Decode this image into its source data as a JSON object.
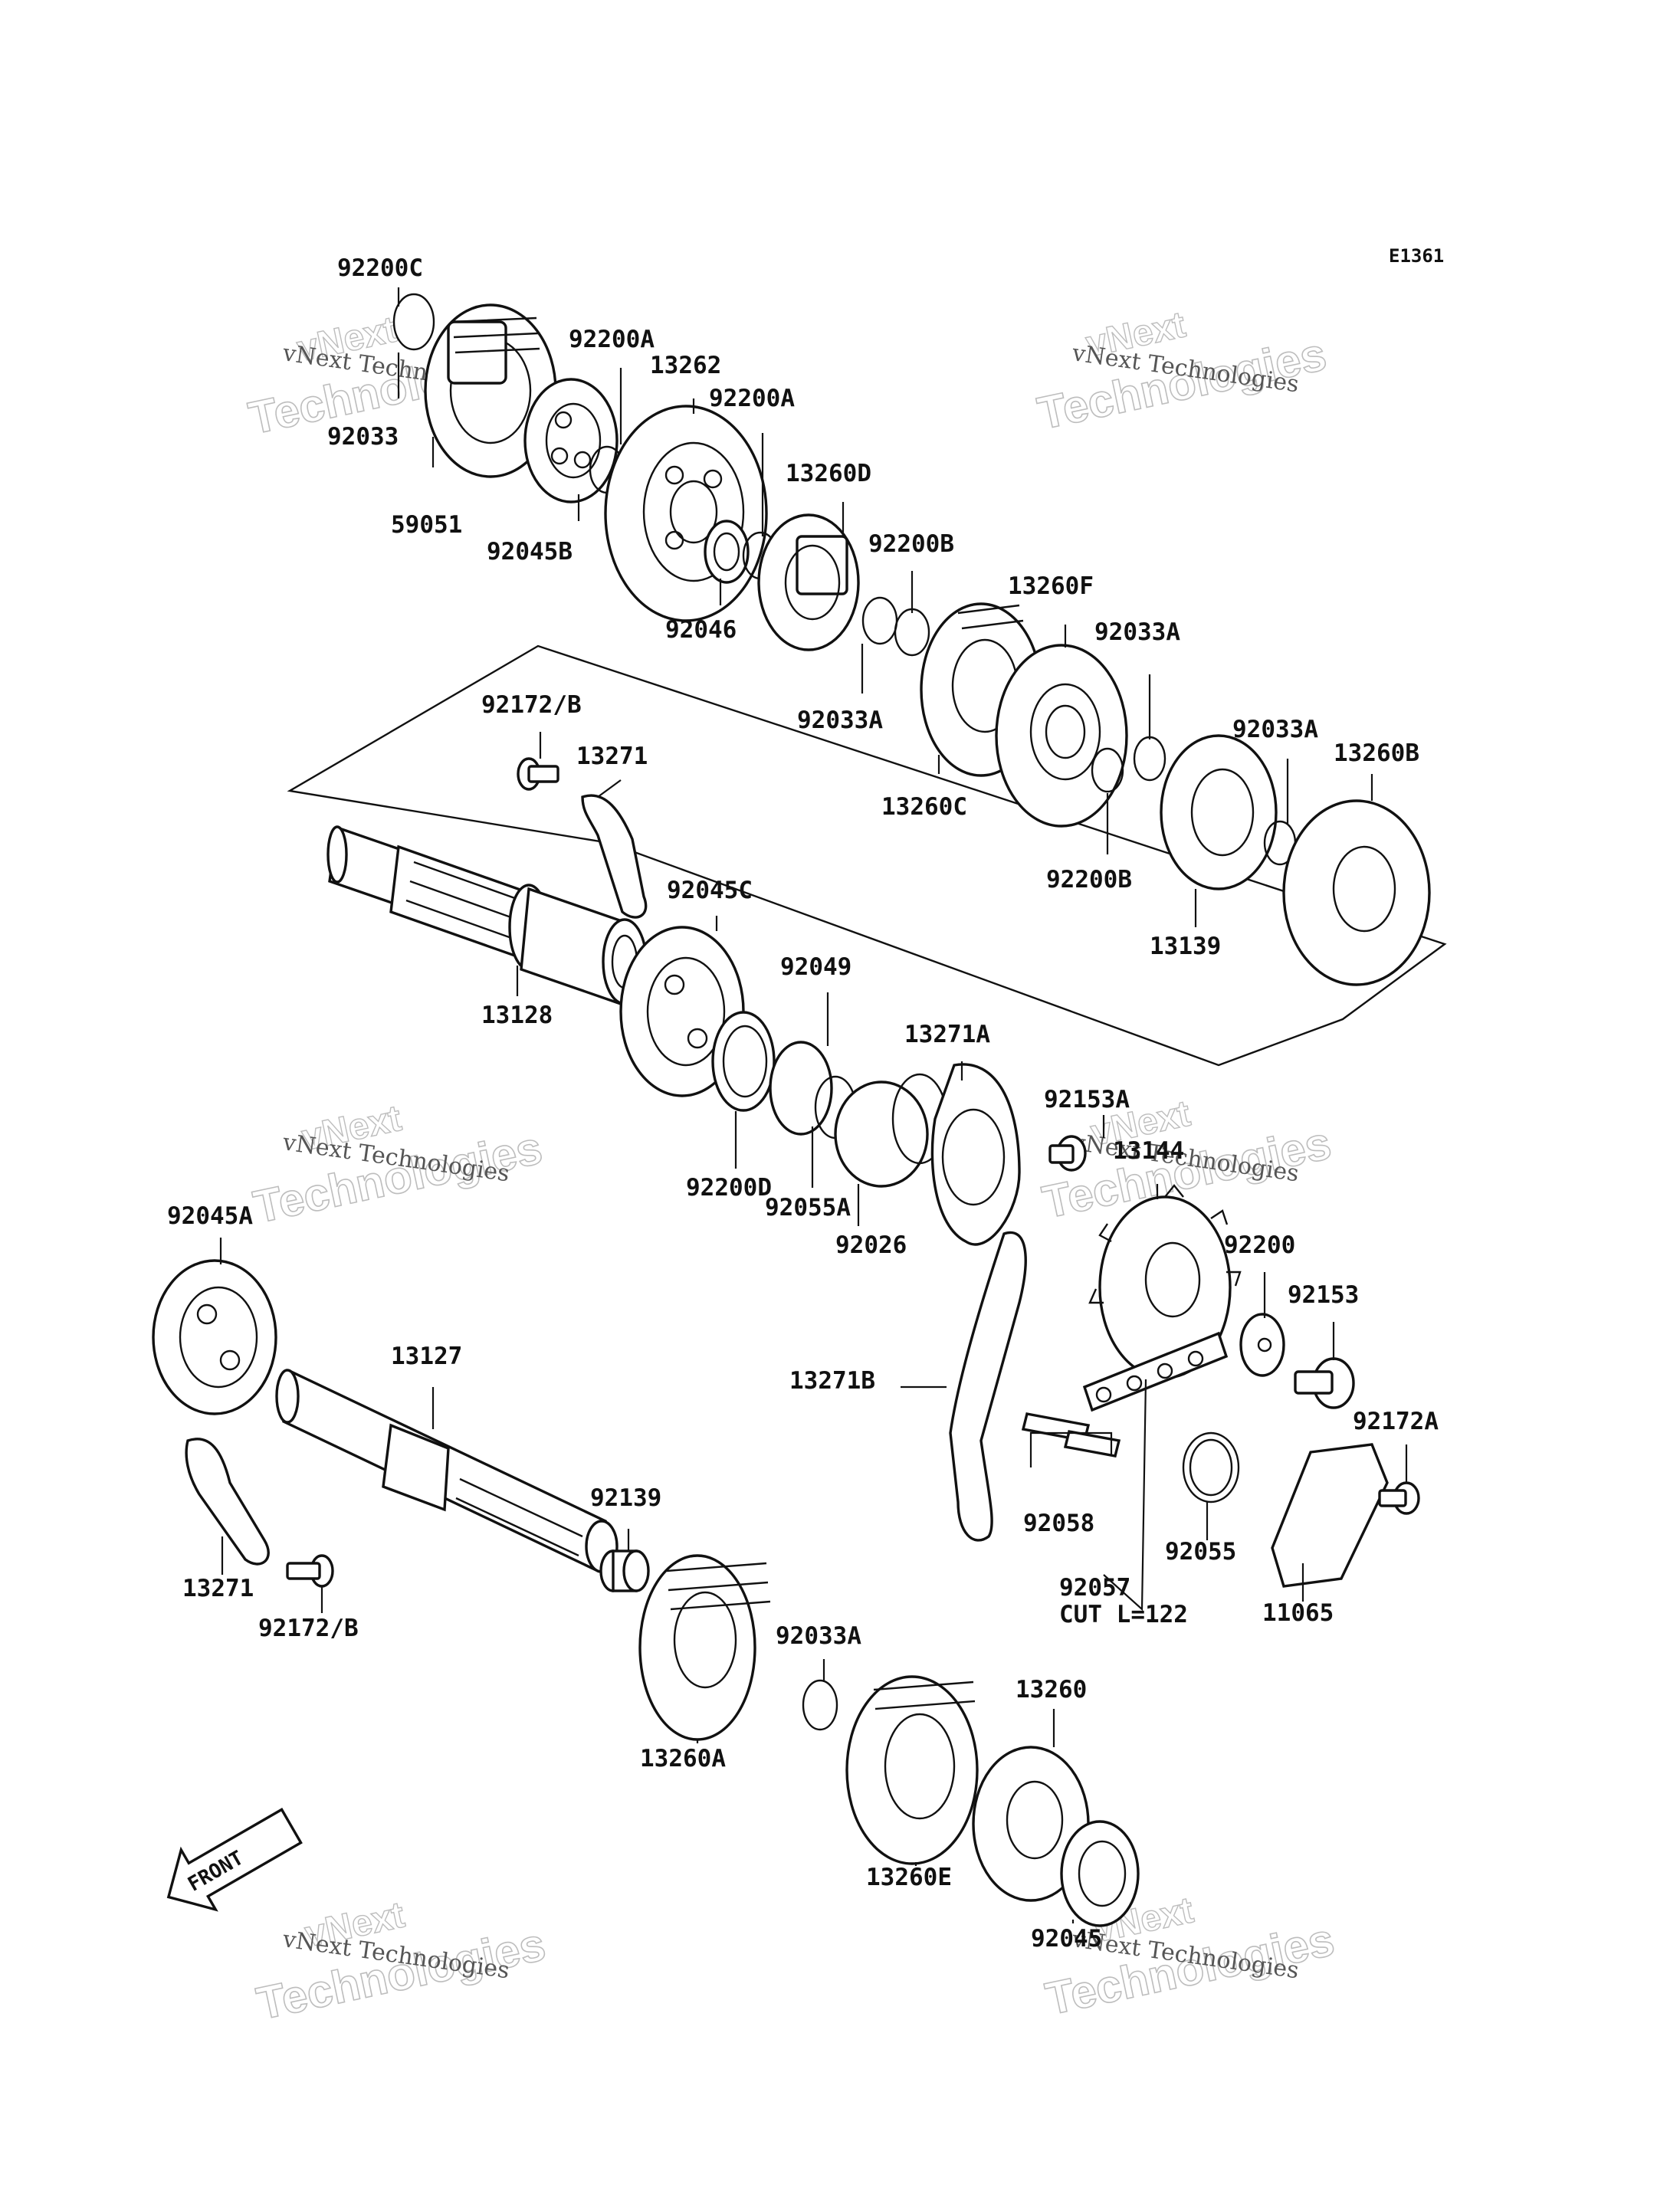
{
  "diagram_code": "E1361",
  "watermark": {
    "line1": "vNext Technologies",
    "big1": "vNext",
    "big2": "Technologies"
  },
  "front_label": "FRONT",
  "labels": {
    "p92200C": "92200C",
    "p92033_top": "92033",
    "p59051": "59051",
    "p92045B": "92045B",
    "p92200A_1": "92200A",
    "p13262": "13262",
    "p92200A_2": "92200A",
    "p92046": "92046",
    "p13260D": "13260D",
    "p92200B_1": "92200B",
    "p92033A_1": "92033A",
    "p13260F": "13260F",
    "p92033A_2": "92033A",
    "p13260C": "13260C",
    "p92200B_2": "92200B",
    "p92033A_3": "92033A",
    "p13260B": "13260B",
    "p13139": "13139",
    "p92172B_top": "92172/B",
    "p13271_top": "13271",
    "p13128": "13128",
    "p92045C": "92045C",
    "p92049": "92049",
    "p13271A": "13271A",
    "p92200D": "92200D",
    "p92055A": "92055A",
    "p92153A": "92153A",
    "p13144": "13144",
    "p92026": "92026",
    "p92200": "92200",
    "p92153": "92153",
    "p92045A": "92045A",
    "p13127": "13127",
    "p13271B": "13271B",
    "p92172A": "92172A",
    "p92058": "92058",
    "p92055": "92055",
    "p13271_bot": "13271",
    "p92139": "92139",
    "p92057": "92057",
    "p92057_cut": "CUT L=122",
    "p11065": "11065",
    "p92172B_bot": "92172/B",
    "p92033A_4": "92033A",
    "p13260A": "13260A",
    "p13260": "13260",
    "p13260E": "13260E",
    "p92045": "92045"
  }
}
